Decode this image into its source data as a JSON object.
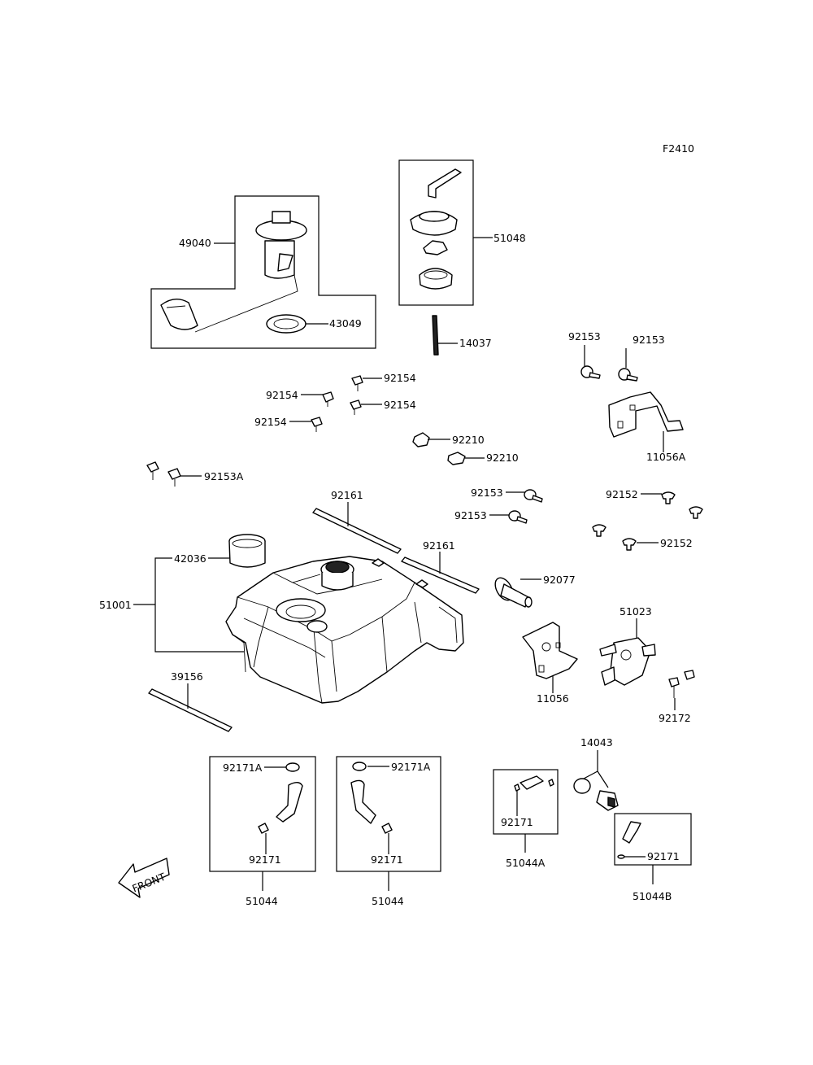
{
  "diagram_code": "F2410",
  "front_arrow_label": "FRONT",
  "labels": {
    "p49040": "49040",
    "p43049": "43049",
    "p51048": "51048",
    "p14037": "14037",
    "p92153_a": "92153",
    "p92153_b": "92153",
    "p11056A": "11056A",
    "p92154_1": "92154",
    "p92154_2": "92154",
    "p92154_3": "92154",
    "p92154_4": "92154",
    "p92210_1": "92210",
    "p92210_2": "92210",
    "p92153A": "92153A",
    "p92161_1": "92161",
    "p92161_2": "92161",
    "p92153_c": "92153",
    "p92153_d": "92153",
    "p92152_1": "92152",
    "p92152_2": "92152",
    "p42036": "42036",
    "p51001": "51001",
    "p92077": "92077",
    "p51023": "51023",
    "p11056": "11056",
    "p92172": "92172",
    "p39156": "39156",
    "p14043": "14043",
    "p92171A_1": "92171A",
    "p92171_1": "92171",
    "p51044_1": "51044",
    "p92171A_2": "92171A",
    "p92171_2": "92171",
    "p51044_2": "51044",
    "p92171_3": "92171",
    "p51044A": "51044A",
    "p92171_4": "92171",
    "p51044B": "51044B"
  }
}
